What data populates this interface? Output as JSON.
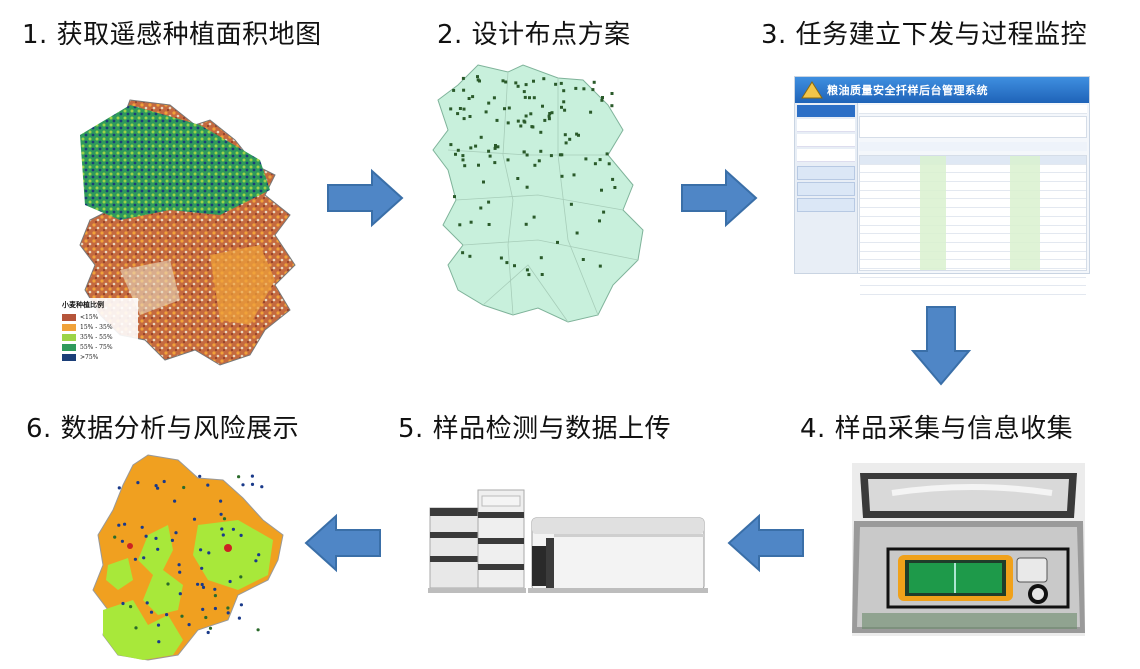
{
  "steps": [
    {
      "label": "1. 获取遥感种植面积地图"
    },
    {
      "label": "2. 设计布点方案"
    },
    {
      "label": "3. 任务建立下发与过程监控"
    },
    {
      "label": "4. 样品采集与信息收集"
    },
    {
      "label": "5. 样品检测与数据上传"
    },
    {
      "label": "6. 数据分析与风险展示"
    }
  ],
  "map1_legend": {
    "title": "小麦种植比例",
    "items": [
      "<15%",
      "15% - 35%",
      "35% - 55%",
      "55% - 75%",
      ">75%"
    ],
    "colors": [
      "#b5543a",
      "#f0a23a",
      "#9cd447",
      "#2f9a5c",
      "#1b3e78"
    ]
  },
  "software": {
    "title": "粮油质量安全扦样后台管理系统",
    "accent": "#1f63b8"
  },
  "colors": {
    "arrow_fill": "#4f86c6",
    "arrow_stroke": "#3a6fa8",
    "map2_fill": "#c8f0dc",
    "map6_orange": "#f0a020",
    "map6_green": "#a8e83a"
  }
}
